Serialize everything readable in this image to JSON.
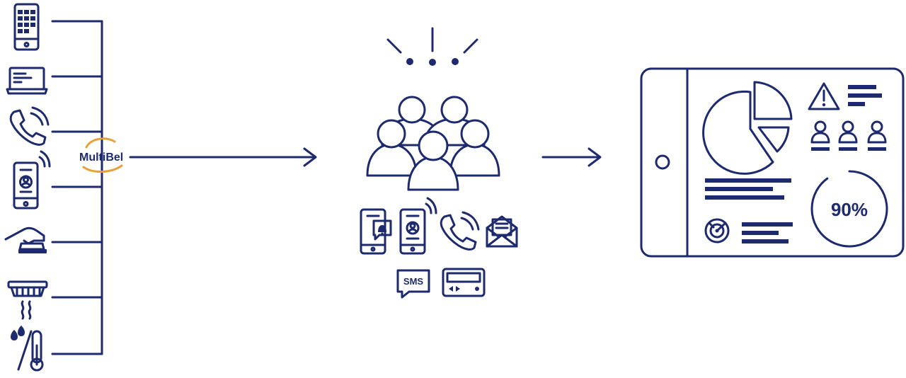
{
  "logo": {
    "name": "MultiBel",
    "accent": "#e8a13a"
  },
  "colors": {
    "primary": "#1e2a6e",
    "background": "#ffffff",
    "logo_accent": "#e8a13a"
  },
  "inputs": {
    "icons": [
      "smartphone-grid-icon",
      "laptop-icon",
      "phone-handset-icon",
      "mobile-user-icon",
      "hand-button-icon",
      "smoke-detector-icon",
      "humidity-temperature-icon"
    ]
  },
  "recipients": {
    "alert_icon": "exclamation-burst-icon",
    "group_icon": "people-group-icon",
    "channels": [
      "push-notification-icon",
      "mobile-call-icon",
      "phone-icon",
      "email-icon",
      "sms-icon",
      "pager-icon"
    ],
    "sms_label": "SMS"
  },
  "dashboard": {
    "percent_label": "90%",
    "progress": 0.9,
    "icons": [
      "pie-chart-icon",
      "warning-icon",
      "user-icon",
      "radar-icon"
    ]
  }
}
